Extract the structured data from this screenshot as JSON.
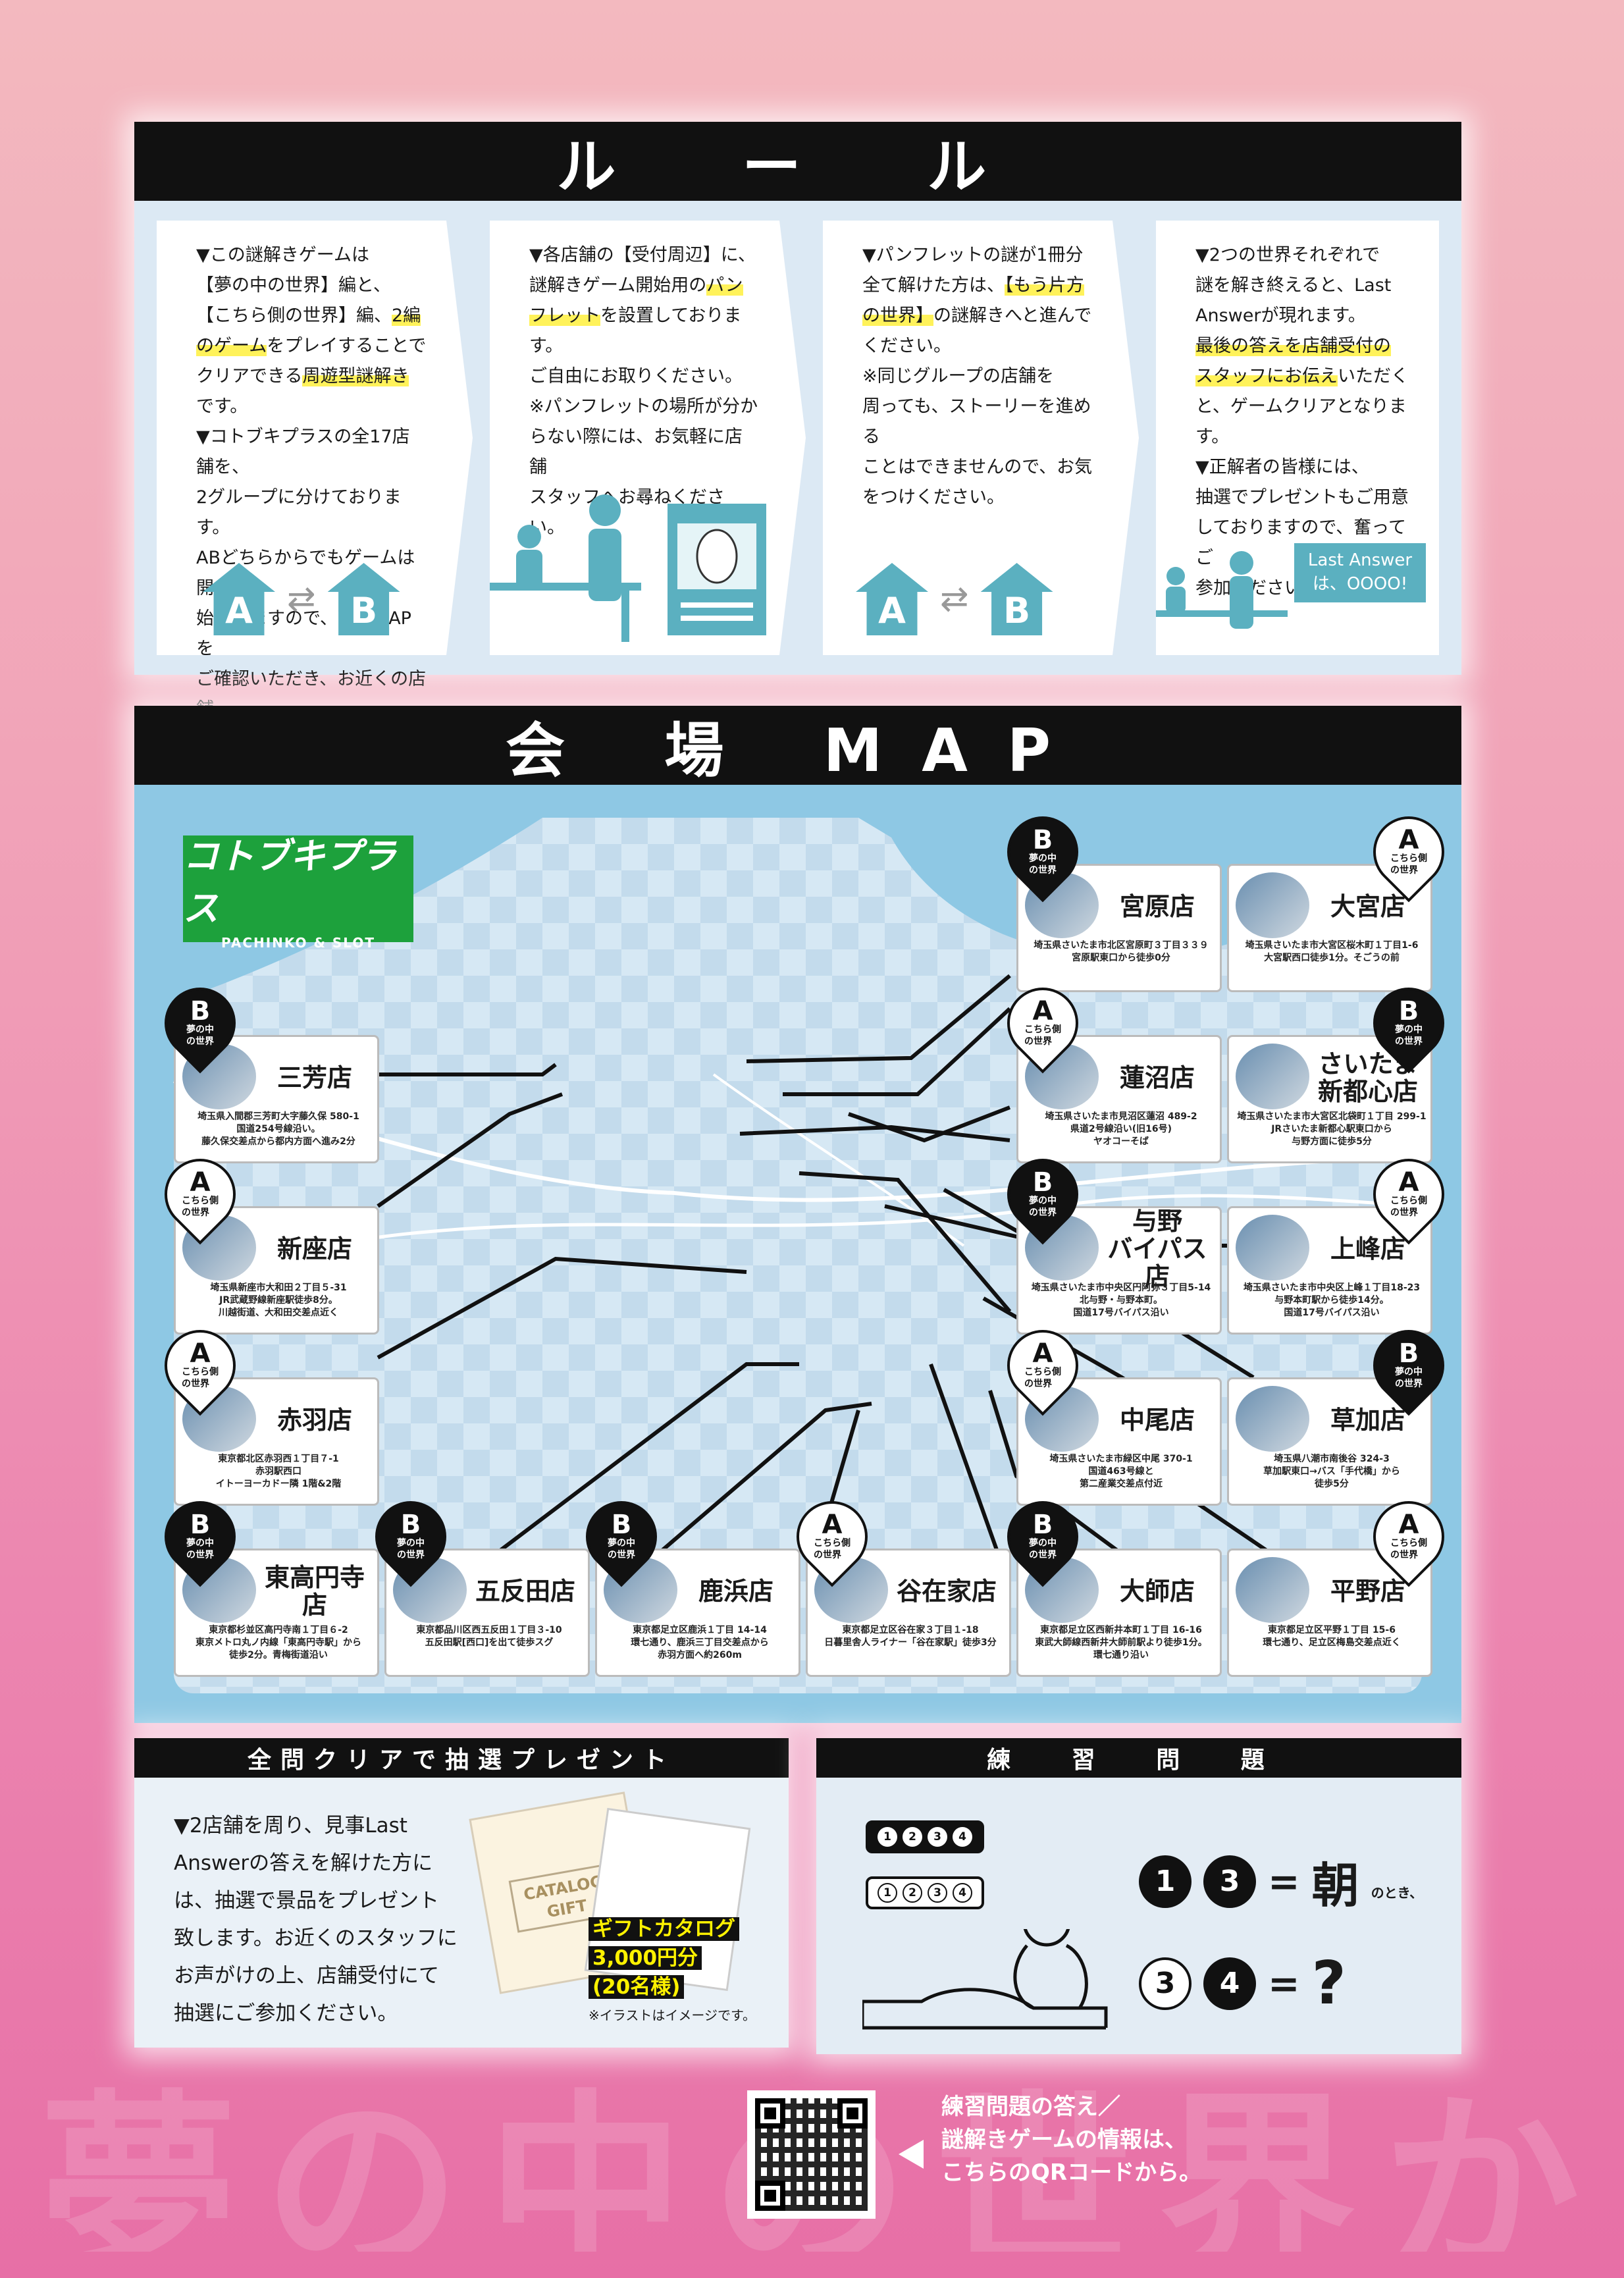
{
  "rules": {
    "title": "ル ー ル",
    "cards": [
      {
        "text": "▼この謎解きゲームは\n【夢の中の世界】編と、\n【こちら側の世界】編、",
        "hl": "2編のゲーム",
        "text2": "をプレイすることで\nクリアできる",
        "hl2": "周遊型謎解き",
        "text3": "です。\n▼コトブキプラスの全17店舗を、\n2グループに分けております。\nABどちらからでもゲームは開\n始できますので、下のMAPを\nご確認いただき、お近くの店舗\nへお越しください。"
      },
      {
        "text": "▼各店舗の【受付周辺】に、\n謎解きゲーム開始用の",
        "hl": "パン\nフレット",
        "text2": "を設置しております。\nご自由にお取りください。\n※パンフレットの場所が分か\nらない際には、お気軽に店舗\nスタッフへお尋ねください。",
        "hl2": "",
        "text3": ""
      },
      {
        "text": "▼パンフレットの謎が1冊分\n全て解けた方は、",
        "hl": "【もう片方\nの世界】",
        "text2": "の謎解きへと進んで\nください。\n※同じグループの店舗を\n周っても、ストーリーを進める\nことはできませんので、お気\nをつけください。",
        "hl2": "",
        "text3": ""
      },
      {
        "text": "▼2つの世界それぞれで\n謎を解き終えると、Last\nAnswerが現れます。\n",
        "hl": "最後の答えを店舗受付の\nスタッフにお伝え",
        "text2": "いただく\nと、ゲームクリアとなります。\n▼正解者の皆様には、\n抽選でプレゼントもご用意\nしておりますので、奮ってご\n参加ください。",
        "hl2": "",
        "text3": ""
      }
    ],
    "house_a": "A",
    "house_b": "B",
    "last_answer": "Last Answer\nは、OOOO!"
  },
  "map": {
    "title": "会 場 MAP",
    "logo_text": "コトブキプラス",
    "logo_sub": "PACHINKO & SLOT",
    "pin_a_label": "こちら側\nの世界",
    "pin_b_label": "夢の中\nの世界",
    "stores": [
      {
        "group": "B",
        "name": "宮原店",
        "address": "埼玉県さいたま市北区宮原町３丁目３３９\n宮原駅東口から徒歩0分"
      },
      {
        "group": "A",
        "name": "大宮店",
        "address": "埼玉県さいたま市大宮区桜木町１丁目1-6\n大宮駅西口徒歩1分。そごうの前"
      },
      {
        "group": "B",
        "name": "三芳店",
        "address": "埼玉県入間郡三芳町大字藤久保 580-1\n国道254号線沿い。\n藤久保交差点から都内方面へ進み2分"
      },
      {
        "group": "A",
        "name": "蓮沼店",
        "address": "埼玉県さいたま市見沼区蓮沼 489-2\n県道2号線沿い(旧16号)\nヤオコーそば"
      },
      {
        "group": "B",
        "name": "さいたま\n新都心店",
        "address": "埼玉県さいたま市大宮区北袋町１丁目 299-1\nJRさいたま新都心駅東口から\n与野方面に徒歩5分"
      },
      {
        "group": "A",
        "name": "新座店",
        "address": "埼玉県新座市大和田２丁目５-31\nJR武蔵野線新座駅徒歩8分。\n川越街道、大和田交差点近く"
      },
      {
        "group": "B",
        "name": "与野\nバイパス店",
        "address": "埼玉県さいたま市中央区円阿弥３丁目5-14\n北与野・与野本町。\n国道17号バイパス沿い"
      },
      {
        "group": "A",
        "name": "上峰店",
        "address": "埼玉県さいたま市中央区上峰１丁目18-23\n与野本町駅から徒歩14分。\n国道17号バイパス沿い"
      },
      {
        "group": "A",
        "name": "赤羽店",
        "address": "東京都北区赤羽西１丁目７-1\n赤羽駅西口\nイトーヨーカドー隣 1階&2階"
      },
      {
        "group": "A",
        "name": "中尾店",
        "address": "埼玉県さいたま市緑区中尾 370-1\n国道463号線と\n第二産業交差点付近"
      },
      {
        "group": "B",
        "name": "草加店",
        "address": "埼玉県八潮市南後谷 324-3\n草加駅東口→バス「手代橋」から\n徒歩5分"
      },
      {
        "group": "B",
        "name": "東高円寺店",
        "address": "東京都杉並区高円寺南１丁目６-2\n東京メトロ丸ノ内線「東高円寺駅」から\n徒歩2分。青梅街道沿い"
      },
      {
        "group": "B",
        "name": "五反田店",
        "address": "東京都品川区西五反田１丁目３-10\n五反田駅[西口]を出て徒歩スグ"
      },
      {
        "group": "B",
        "name": "鹿浜店",
        "address": "東京都足立区鹿浜１丁目 14-14\n環七通り、鹿浜三丁目交差点から\n赤羽方面へ約260m"
      },
      {
        "group": "A",
        "name": "谷在家店",
        "address": "東京都足立区谷在家３丁目１-18\n日暮里舎人ライナー「谷在家駅」徒歩3分"
      },
      {
        "group": "B",
        "name": "大師店",
        "address": "東京都足立区西新井本町１丁目 16-16\n東武大師線西新井大師前駅より徒歩1分。\n環七通り沿い"
      },
      {
        "group": "A",
        "name": "平野店",
        "address": "東京都足立区平野１丁目 15-6\n環七通り、足立区梅島交差点近く"
      }
    ]
  },
  "present": {
    "title": "全問クリアで抽選プレゼント",
    "text": "▼2店舗を周り、見事Last\nAnswerの答えを解けた方に\nは、抽選で景品をプレゼント\n致します。お近くのスタッフに\nお声がけの上、店舗受付にて\n抽選にご参加ください。",
    "catalog_label": "CATALOG\nGIFT",
    "gift_line1": "ギフトカタログ",
    "gift_line2": "3,000円分",
    "gift_line3": "(20名様)",
    "note": "※イラストはイメージです。"
  },
  "practice": {
    "title": "練 習 問 題",
    "bubble_nums": [
      "1",
      "2",
      "3",
      "4"
    ],
    "eq1_a": "1",
    "eq1_b": "3",
    "eq1_eq": "=",
    "eq1_ans": "朝",
    "eq1_suffix": "のとき、",
    "eq2_a": "3",
    "eq2_b": "4",
    "eq2_eq": "=",
    "eq2_ans": "?"
  },
  "footer": {
    "qr_text": "練習問題の答え／\n謎解きゲームの情報は、\nこちらのQRコードから。",
    "bg_text": "夢の中の世界から脱出"
  }
}
